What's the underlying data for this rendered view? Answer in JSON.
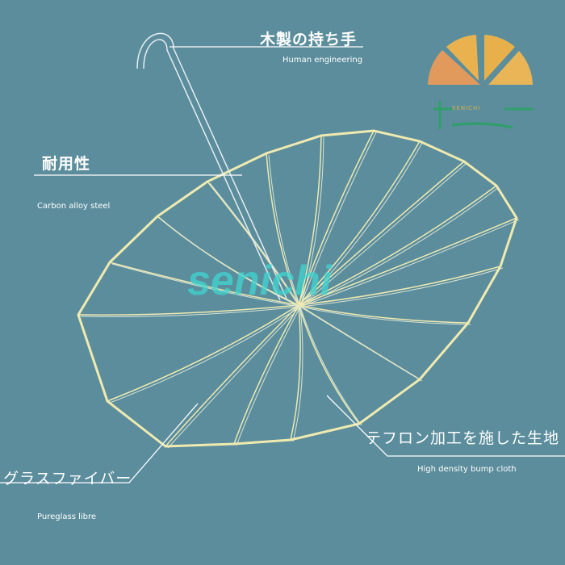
{
  "labels": {
    "handle": {
      "jp": "木製の持ち手",
      "en": "Human engineering"
    },
    "shaft": {
      "jp": "耐用性",
      "en": "Carbon alloy steel"
    },
    "ribs": {
      "jp": "グラスファイバー",
      "en": "Pureglass libre"
    },
    "canopy": {
      "jp": "テフロン加工を施した生地",
      "en": "High density bump cloth"
    }
  },
  "watermark": "senichi",
  "logo": {
    "text": "SENICHI"
  },
  "colors": {
    "background": "#5b8d9c",
    "frame": "#efeab0",
    "line": "#ffffff"
  }
}
